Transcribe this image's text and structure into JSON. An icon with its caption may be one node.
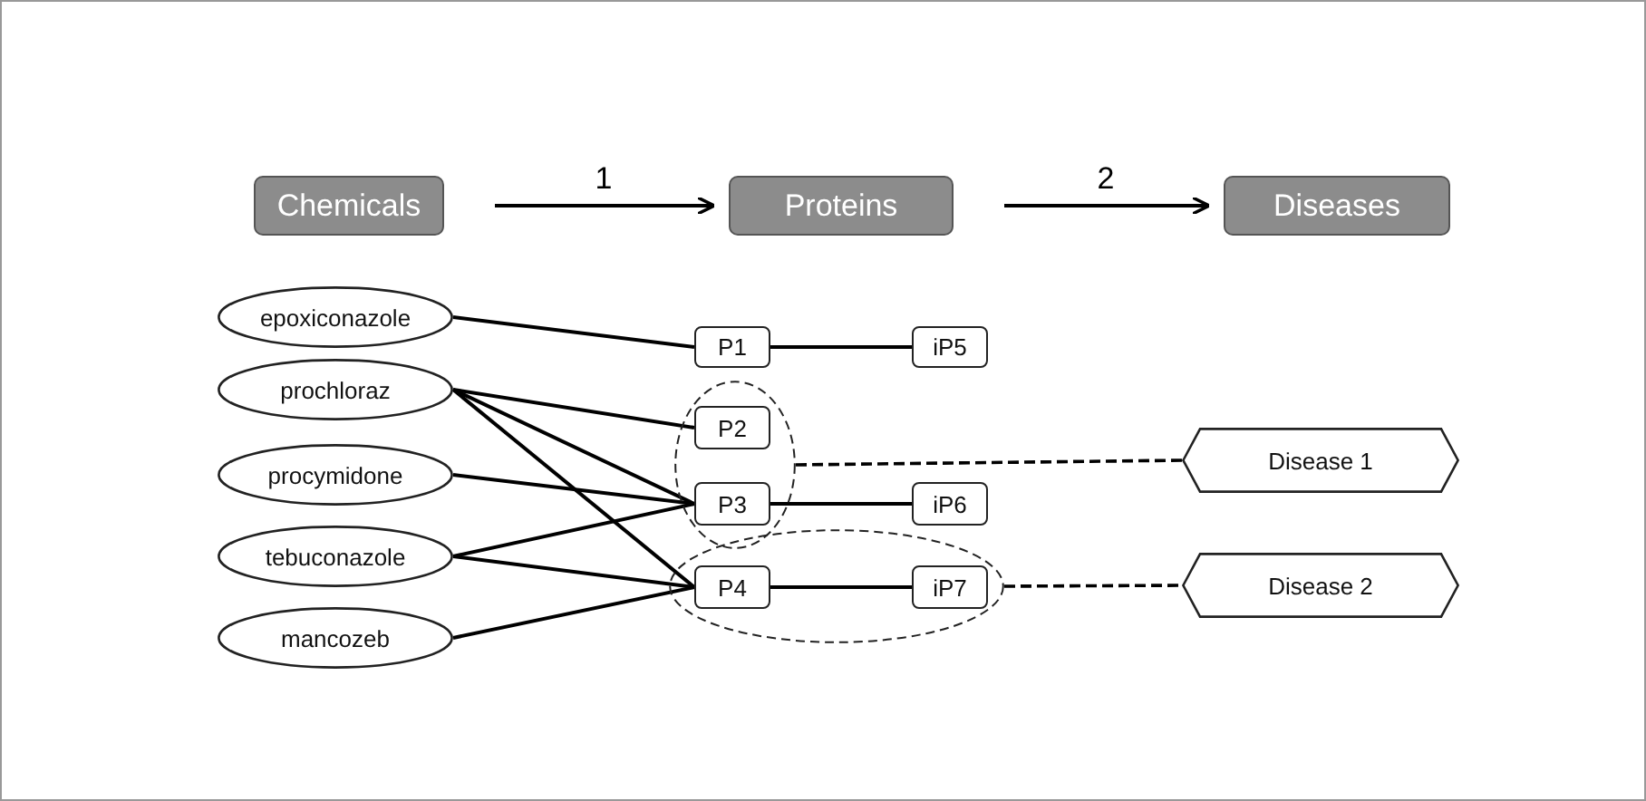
{
  "diagram": {
    "nodes": [
      {
        "text": [
          "Chemicals"
        ]
      },
      {
        "text": [
          "Proteins"
        ]
      },
      {
        "text": [
          "Diseases"
        ]
      },
      {
        "text": [
          "epoxiconazole"
        ]
      },
      {
        "text": [
          "prochloraz"
        ]
      },
      {
        "text": [
          "procymidone"
        ]
      },
      {
        "text": [
          "tebuconazole"
        ]
      },
      {
        "text": [
          "mancozeb"
        ]
      },
      {
        "text": [
          "P1"
        ]
      },
      {
        "text": [
          "iP5"
        ]
      },
      {
        "text": [],
        "shape": "ellipse"
      },
      {
        "text": [
          "P2"
        ],
        "in": 10
      },
      {
        "text": [
          "P3"
        ],
        "in": 10
      },
      {
        "text": [
          "iP6"
        ]
      },
      {
        "text": [
          "Disease 1"
        ]
      },
      {
        "text": [],
        "shape": "ellipse"
      },
      {
        "text": [
          "P4"
        ],
        "in": 15
      },
      {
        "text": [
          "iP7"
        ],
        "in": 15
      },
      {
        "text": [
          "Disease 2"
        ]
      }
    ],
    "edges": [
      {
        "from": 0,
        "to": 1,
        "arrow": "to",
        "label": "1"
      },
      {
        "from": 1,
        "to": 2,
        "arrow": "to",
        "label": "2"
      },
      {
        "from": 3,
        "to": 8,
        "arrow": "none"
      },
      {
        "from": 4,
        "to": 11,
        "arrow": "none"
      },
      {
        "from": 4,
        "to": 12,
        "arrow": "none"
      },
      {
        "from": 4,
        "to": 16,
        "arrow": "none"
      },
      {
        "from": 5,
        "to": 12,
        "arrow": "none"
      },
      {
        "from": 6,
        "to": 12,
        "arrow": "none"
      },
      {
        "from": 6,
        "to": 16,
        "arrow": "none"
      },
      {
        "from": 7,
        "to": 16,
        "arrow": "none"
      },
      {
        "from": 8,
        "to": 9,
        "arrow": "none"
      },
      {
        "from": 12,
        "to": 13,
        "arrow": "none"
      },
      {
        "from": 16,
        "to": 17,
        "arrow": "none"
      },
      {
        "from": 10,
        "to": 14,
        "arrow": "none",
        "style": "dashed"
      },
      {
        "from": 15,
        "to": 18,
        "arrow": "none",
        "style": "dashed"
      }
    ]
  }
}
